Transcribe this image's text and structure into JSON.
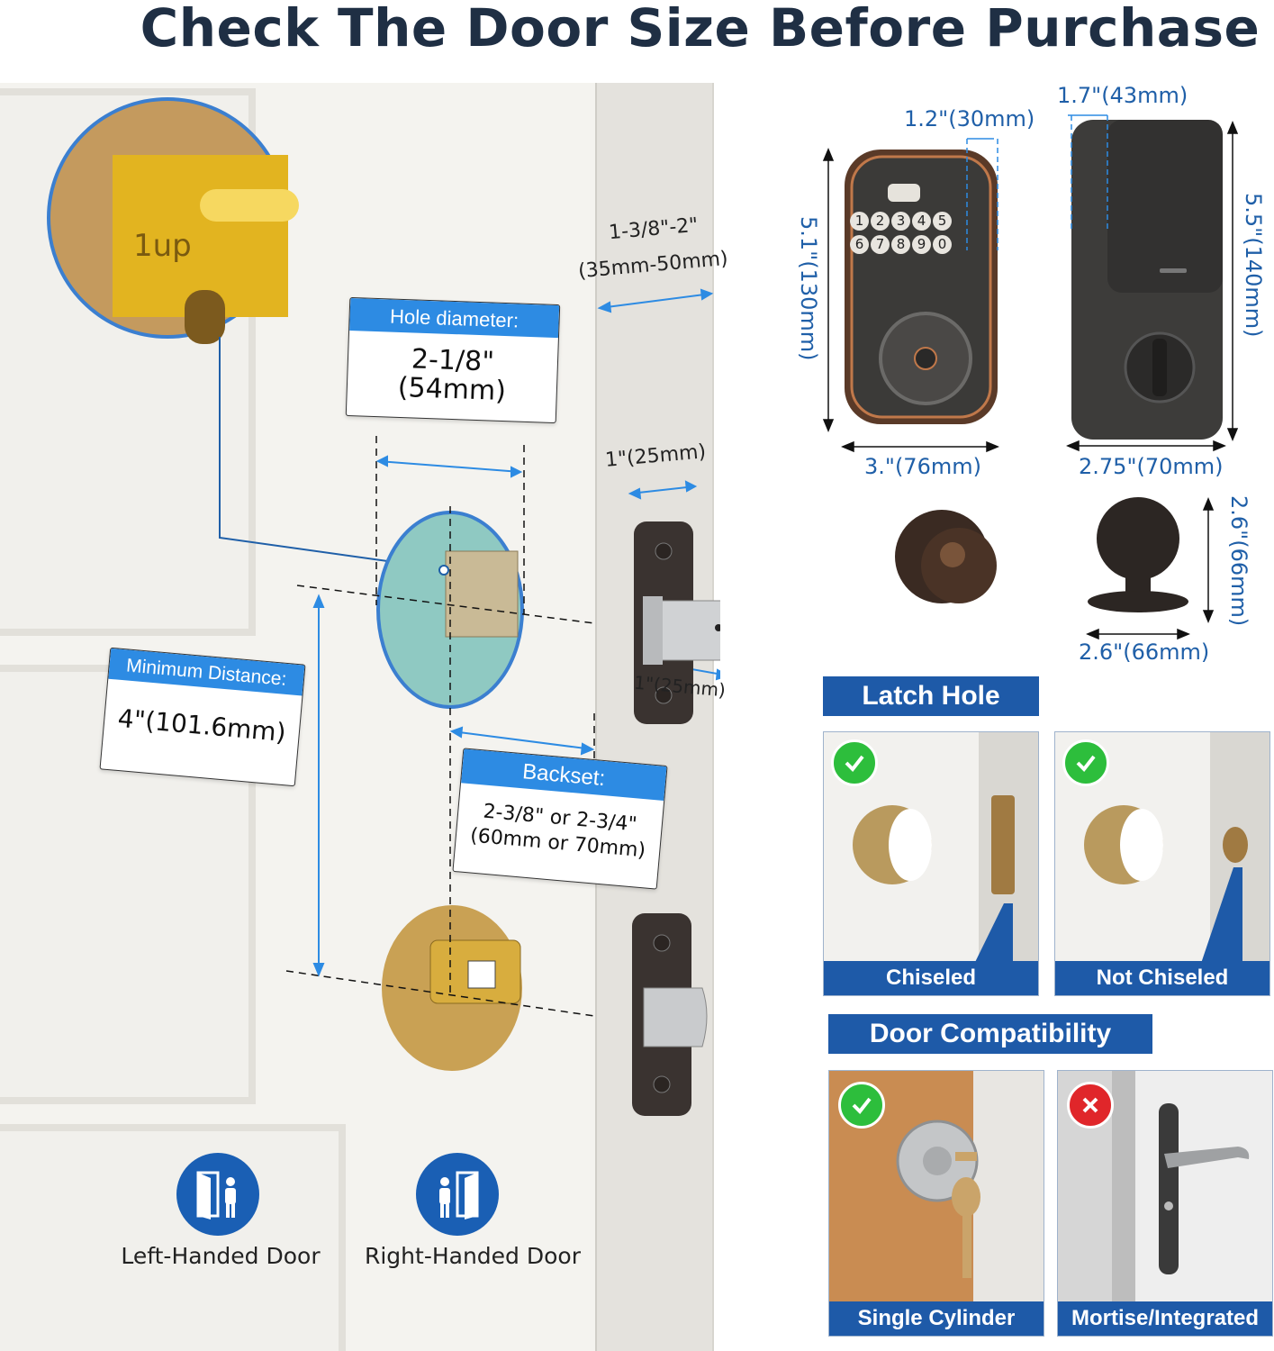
{
  "title": "Check The Door Size Before Purchase",
  "door_diagram": {
    "thickness": {
      "fraction": "1-3/8\"-2\"",
      "metric": "(35mm-50mm)"
    },
    "hole_diameter": {
      "header": "Hole diameter:",
      "value_line1": "2-1/8\"",
      "value_line2": "(54mm)"
    },
    "minimum_distance": {
      "header": "Minimum Distance:",
      "value": "4\"(101.6mm)"
    },
    "backset": {
      "header": "Backset:",
      "value_line1": "2-3/8\" or 2-3/4\"",
      "value_line2": "(60mm or 70mm)"
    },
    "latch_plate_width": "1\"(25mm)",
    "bolt_length": "1\"(25mm)",
    "latch_stamp": "1up"
  },
  "handed_doors": [
    {
      "label": "Left-Handed Door",
      "icon": "left-handed-door-icon"
    },
    {
      "label": "Right-Handed Door",
      "icon": "right-handed-door-icon"
    }
  ],
  "product_dims": {
    "keypad_depth": "1.2\"(30mm)",
    "keypad_height": "5.1\"(130mm)",
    "keypad_width": "3.\"(76mm)",
    "back_depth": "1.7\"(43mm)",
    "back_height": "5.5\"(140mm)",
    "back_width": "2.75\"(70mm)",
    "knob_height": "2.6\"(66mm)",
    "knob_width": "2.6\"(66mm)",
    "keypad_digits_row1": [
      "1",
      "2",
      "3",
      "4",
      "5"
    ],
    "keypad_digits_row2": [
      "6",
      "7",
      "8",
      "9",
      "0"
    ]
  },
  "latch_hole": {
    "title": "Latch Hole",
    "options": [
      {
        "label": "Chiseled",
        "status": "check"
      },
      {
        "label": "Not Chiseled",
        "status": "check"
      }
    ]
  },
  "door_compatibility": {
    "title": "Door Compatibility",
    "options": [
      {
        "label": "Single Cylinder",
        "status": "check"
      },
      {
        "label": "Mortise/Integrated",
        "status": "cross"
      }
    ]
  },
  "colors": {
    "brand_blue": "#1e5aa8",
    "accent_blue": "#2d8be3",
    "check_green": "#2dbe3c",
    "cross_red": "#e0262a",
    "title_navy": "#1f2f44"
  }
}
